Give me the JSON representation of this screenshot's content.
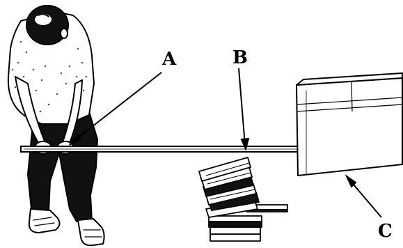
{
  "labels": {
    "a": "A",
    "b": "B",
    "c": "C"
  },
  "parts": {
    "person": "person-icon",
    "rod": "rod",
    "books": "book-stack-icon",
    "box": "box-icon"
  },
  "colors": {
    "ink": "#000000",
    "background": "#ffffff",
    "shirt_dots": "#555555"
  }
}
